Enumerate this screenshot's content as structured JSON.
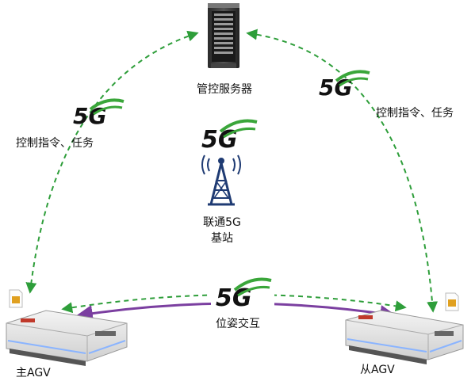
{
  "server": {
    "label": "管控服务器"
  },
  "base_station": {
    "line1": "联通5G",
    "line2": "基站"
  },
  "links": {
    "left_label": "控制指令、任务",
    "right_label": "控制指令、任务",
    "bottom_label": "位姿交互"
  },
  "agvs": {
    "master": "主AGV",
    "slave": "从AGV"
  },
  "network_logo": {
    "text": "5G",
    "icon": "5g-logo-icon"
  },
  "colors": {
    "dashed_link": "#2e9e3a",
    "pose_link": "#7b3fa0",
    "logo_arc": "#3aa63a",
    "tower": "#1f3b73"
  }
}
